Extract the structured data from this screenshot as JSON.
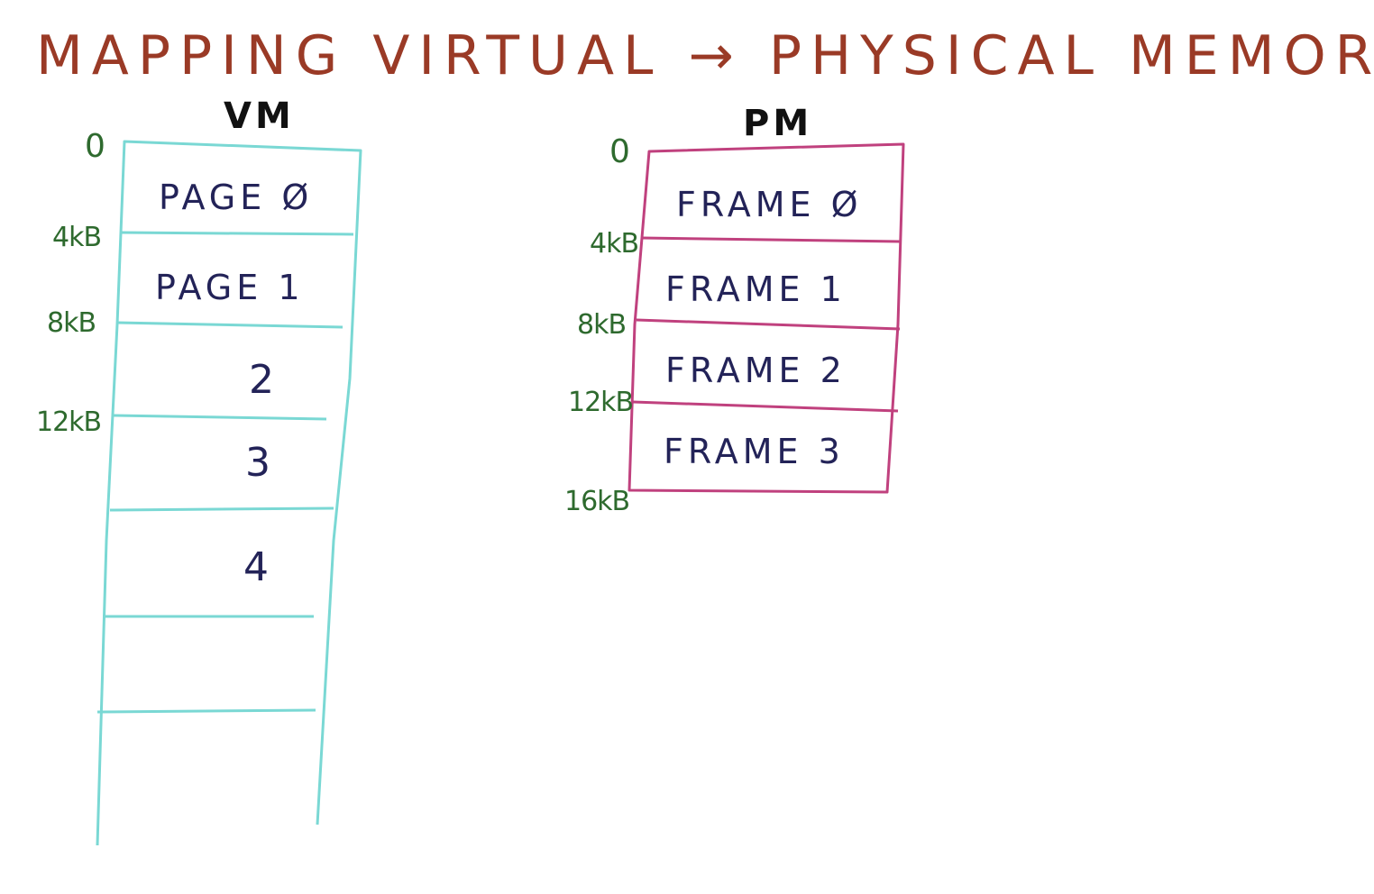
{
  "title": "MAPPING VIRTUAL → PHYSICAL MEMORY",
  "colors": {
    "title": "#9a3a26",
    "vm_border": "#7ad8d4",
    "pm_border": "#c0417e",
    "cell_text": "#232358",
    "address": "#2e6a2e",
    "heading": "#111111"
  },
  "vm": {
    "heading": "VM",
    "start_address": "0",
    "addresses": [
      "4kB",
      "8kB",
      "12kB"
    ],
    "cells": [
      "PAGE Ø",
      "PAGE 1",
      "2",
      "3",
      "4",
      "",
      ""
    ]
  },
  "pm": {
    "heading": "PM",
    "start_address": "0",
    "addresses": [
      "4kB",
      "8kB",
      "12kB",
      "16kB"
    ],
    "cells": [
      "FRAME Ø",
      "FRAME 1",
      "FRAME 2",
      "FRAME 3"
    ]
  }
}
